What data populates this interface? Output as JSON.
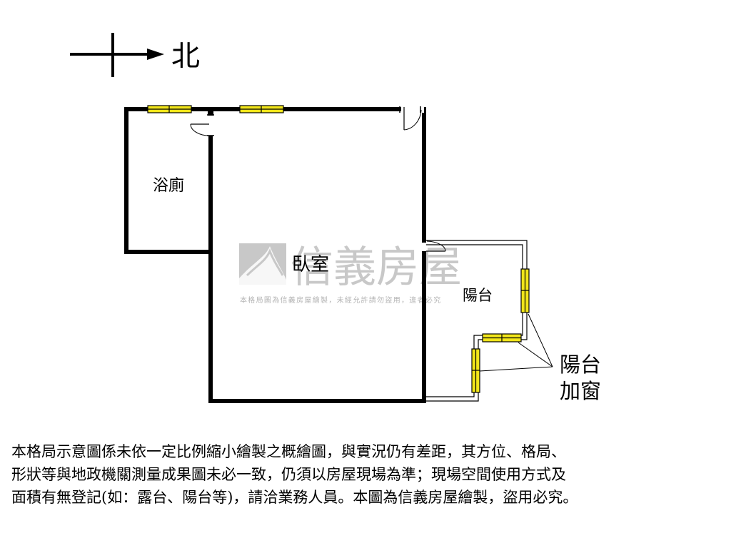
{
  "compass": {
    "direction_label": "北"
  },
  "rooms": {
    "bathroom": "浴廁",
    "bedroom": "臥室",
    "balcony": "陽台"
  },
  "annotation": {
    "line1": "陽台",
    "line2": "加窗"
  },
  "watermark": {
    "brand": "信義房屋",
    "note": "本格局圖為信義房屋繪製，未經允許請勿盜用，違者必究"
  },
  "disclaimer": {
    "line1": "本格局示意圖係未依一定比例縮小繪製之概繪圖，與實況仍有差距，其方位、格局、",
    "line2": "形狀等與地政機關測量成果圖未必一致，仍須以房屋現場為準；現場空間使用方式及",
    "line3": "面積有無登記(如：露台、陽台等)，請洽業務人員。本圖為信義房屋繪製，盜用必究。"
  },
  "colors": {
    "wall": "#000000",
    "window_fill": "#f2e61a",
    "watermark": "#c8c8c8"
  }
}
